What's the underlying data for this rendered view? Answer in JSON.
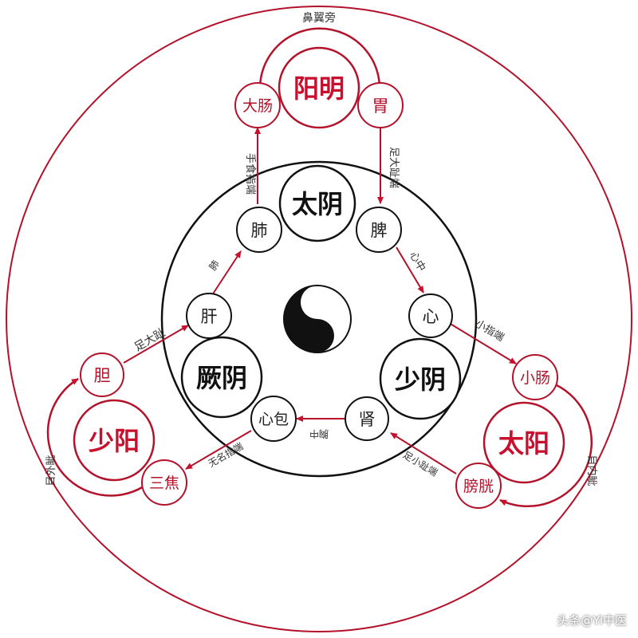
{
  "center": {
    "symbol": "taiji-icon"
  },
  "groups": {
    "taiyin": "太阴",
    "shaoyin": "少阴",
    "jueyin": "厥阴",
    "yangming": "阳明",
    "taiyang": "太阳",
    "shaoyang": "少阳"
  },
  "organs": {
    "fei": "肺",
    "pi": "脾",
    "xin": "心",
    "shen": "肾",
    "xinbao": "心包",
    "gan": "肝",
    "dachang": "大肠",
    "wei": "胃",
    "xiaochang": "小肠",
    "pangguang": "膀胱",
    "sanjiao": "三焦",
    "dan": "胆"
  },
  "connections": {
    "top": "鼻翼旁",
    "dachang_fei": "手食指端",
    "wei_pi": "足大趾端",
    "pi_xin": "心中",
    "xin_xiaochang": "小指端",
    "taiyang_right": "目内眦",
    "pangguang_shen": "足小趾端",
    "shen_xinbao": "胸中",
    "xinbao_sanjiao": "无名指端",
    "shaoyang_left": "目外眦",
    "dan_gan": "足大趾",
    "gan_fei": "肺"
  },
  "watermark": "头条@Yi中医",
  "colors": {
    "yang_red": "#c8102e",
    "yin_black": "#111111"
  }
}
